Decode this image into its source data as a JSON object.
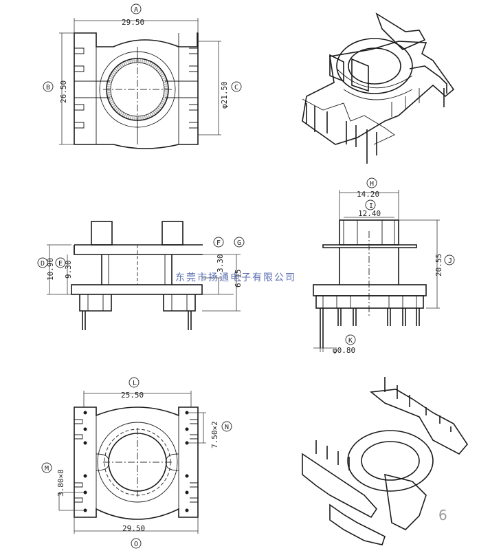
{
  "watermark": "东莞市扬通电子有限公司",
  "page_number": "6",
  "views": {
    "top": {
      "dims": {
        "width_a": "29.50",
        "height_b": "26.50",
        "dia_c": "φ21.50"
      },
      "labels": {
        "a": "A",
        "b": "B",
        "c": "C"
      }
    },
    "side": {
      "dims": {
        "d": "10.90",
        "e": "9.30",
        "f": "3.30",
        "g": "6.15"
      },
      "labels": {
        "d": "D",
        "e": "E",
        "f": "F",
        "g": "G"
      }
    },
    "front": {
      "dims": {
        "h": "14.20",
        "i": "12.40",
        "j": "20.55",
        "k": "φ0.80"
      },
      "labels": {
        "h": "H",
        "i": "I",
        "j": "J",
        "k": "K"
      }
    },
    "bottom": {
      "dims": {
        "l": "25.50",
        "m": "3.80×8",
        "n": "7.50×2",
        "o": "29.50"
      },
      "labels": {
        "l": "L",
        "m": "M",
        "n": "N",
        "o": "O"
      }
    }
  }
}
